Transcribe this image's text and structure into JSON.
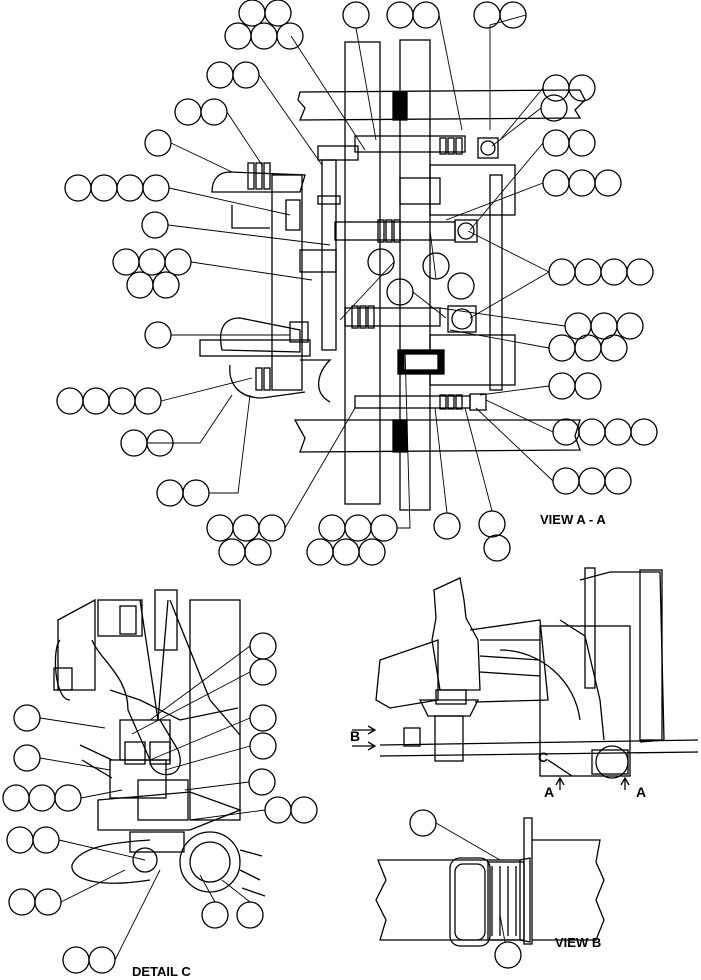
{
  "view_labels": {
    "view_a": "VIEW A - A",
    "view_b": "VIEW B",
    "detail_c": "DETAIL C"
  },
  "markers": {
    "b": "B",
    "c": "C",
    "a_left": "A",
    "a_right": "A"
  },
  "colors": {
    "line": "#000000",
    "background": "#ffffff"
  }
}
